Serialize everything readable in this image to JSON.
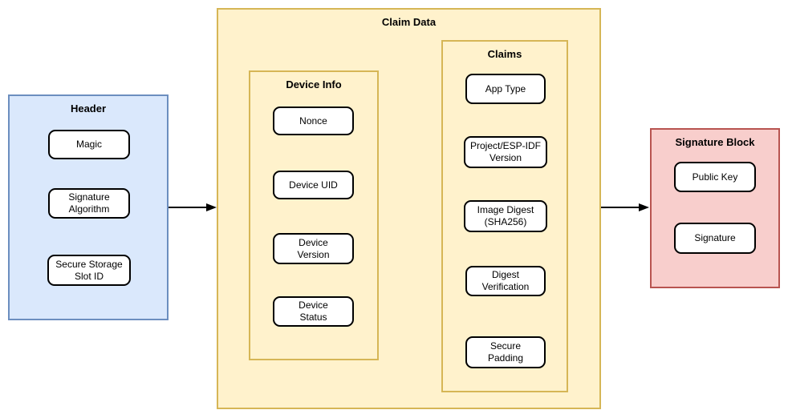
{
  "diagram": {
    "header": {
      "title": "Header",
      "items": [
        "Magic",
        "Signature Algorithm",
        "Secure Storage Slot ID"
      ]
    },
    "claim_data": {
      "title": "Claim Data",
      "device_info": {
        "title": "Device Info",
        "items": [
          "Nonce",
          "Device UID",
          "Device Version",
          "Device Status"
        ]
      },
      "claims": {
        "title": "Claims",
        "items": [
          "App Type",
          "Project/ESP-IDF Version",
          "Image Digest (SHA256)",
          "Digest Verification",
          "Secure Padding"
        ]
      }
    },
    "signature_block": {
      "title": "Signature Block",
      "items": [
        "Public Key",
        "Signature"
      ]
    },
    "connections": [
      {
        "from": "Header",
        "to": "Claim Data"
      },
      {
        "from": "Claim Data",
        "to": "Signature Block"
      }
    ],
    "colors": {
      "header_fill": "#dae8fc",
      "header_border": "#6c8ebf",
      "claim_data_fill": "#fff2cc",
      "claim_data_border": "#d6b656",
      "signature_block_fill": "#f8cecc",
      "signature_block_border": "#b85450",
      "node_fill": "#ffffff",
      "node_border": "#000000",
      "arrow": "#000000"
    }
  }
}
